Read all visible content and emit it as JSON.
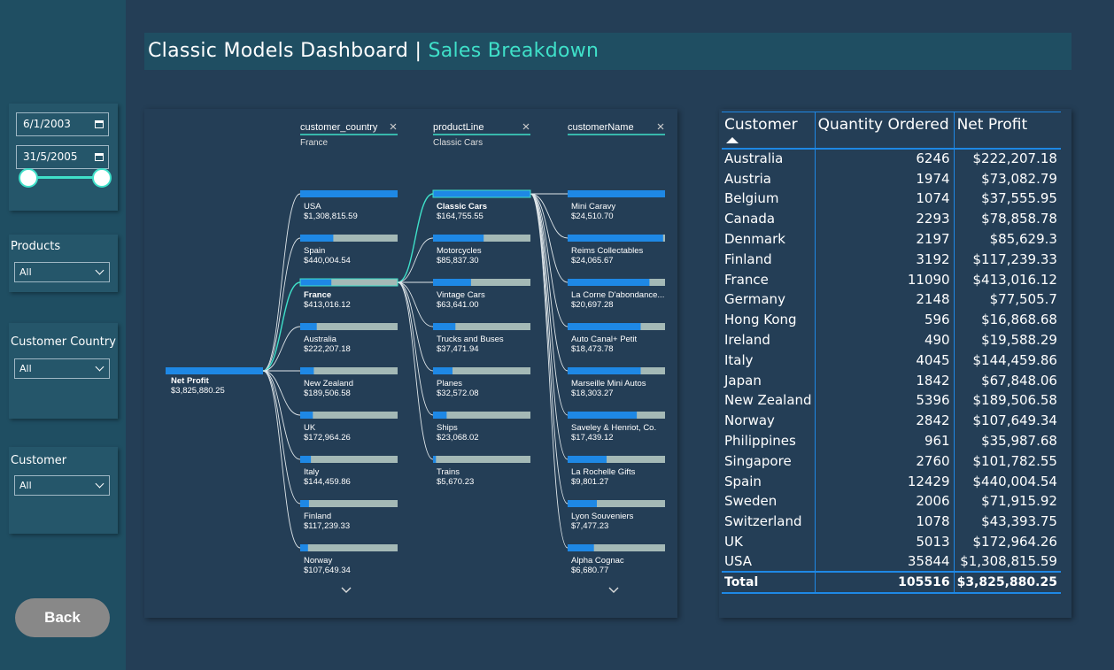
{
  "header": {
    "title_main": "Classic Models Dashboard | ",
    "title_accent": "Sales Breakdown"
  },
  "filters": {
    "date_start": "6/1/2003",
    "date_end": "31/5/2005",
    "products": {
      "label": "Products",
      "value": "All"
    },
    "country": {
      "label": "Customer Country",
      "value": "All"
    },
    "customer": {
      "label": "Customer",
      "value": "All"
    }
  },
  "back_button": "Back",
  "tree": {
    "root": {
      "label": "Net Profit",
      "value": "$3,825,880.25"
    },
    "levels": [
      {
        "field": "customer_country",
        "selected": "France"
      },
      {
        "field": "productLine",
        "selected": "Classic Cars"
      },
      {
        "field": "customerName",
        "selected": ""
      }
    ],
    "countries": [
      {
        "label": "USA",
        "value": "$1,308,815.59",
        "fill": 1.0
      },
      {
        "label": "Spain",
        "value": "$440,004.54",
        "fill": 0.34
      },
      {
        "label": "France",
        "value": "$413,016.12",
        "fill": 0.32,
        "selected": true
      },
      {
        "label": "Australia",
        "value": "$222,207.18",
        "fill": 0.17
      },
      {
        "label": "New Zealand",
        "value": "$189,506.58",
        "fill": 0.14
      },
      {
        "label": "UK",
        "value": "$172,964.26",
        "fill": 0.13
      },
      {
        "label": "Italy",
        "value": "$144,459.86",
        "fill": 0.11
      },
      {
        "label": "Finland",
        "value": "$117,239.33",
        "fill": 0.09
      },
      {
        "label": "Norway",
        "value": "$107,649.34",
        "fill": 0.08
      }
    ],
    "product_lines": [
      {
        "label": "Classic Cars",
        "value": "$164,755.55",
        "fill": 1.0,
        "selected": true
      },
      {
        "label": "Motorcycles",
        "value": "$85,837.30",
        "fill": 0.52
      },
      {
        "label": "Vintage Cars",
        "value": "$63,641.00",
        "fill": 0.39
      },
      {
        "label": "Trucks and Buses",
        "value": "$37,471.94",
        "fill": 0.23
      },
      {
        "label": "Planes",
        "value": "$32,572.08",
        "fill": 0.2
      },
      {
        "label": "Ships",
        "value": "$23,068.02",
        "fill": 0.14
      },
      {
        "label": "Trains",
        "value": "$5,670.23",
        "fill": 0.03
      }
    ],
    "customers": [
      {
        "label": "Mini Caravy",
        "value": "$24,510.70",
        "fill": 1.0
      },
      {
        "label": "Reims Collectables",
        "value": "$24,065.67",
        "fill": 0.98
      },
      {
        "label": "La Corne D'abondance...",
        "value": "$20,697.28",
        "fill": 0.84
      },
      {
        "label": "Auto Canal+ Petit",
        "value": "$18,473.78",
        "fill": 0.75
      },
      {
        "label": "Marseille Mini Autos",
        "value": "$18,303.27",
        "fill": 0.75
      },
      {
        "label": "Saveley & Henriot, Co.",
        "value": "$17,439.12",
        "fill": 0.71
      },
      {
        "label": "La Rochelle Gifts",
        "value": "$9,801.27",
        "fill": 0.4
      },
      {
        "label": "Lyon Souveniers",
        "value": "$7,477.23",
        "fill": 0.3
      },
      {
        "label": "Alpha Cognac",
        "value": "$6,680.77",
        "fill": 0.27
      }
    ]
  },
  "table": {
    "columns": [
      "Customer",
      "Quantity Ordered",
      "Net Profit"
    ],
    "rows": [
      [
        "Australia",
        "6246",
        "$222,207.18"
      ],
      [
        "Austria",
        "1974",
        "$73,082.79"
      ],
      [
        "Belgium",
        "1074",
        "$37,555.95"
      ],
      [
        "Canada",
        "2293",
        "$78,858.78"
      ],
      [
        "Denmark",
        "2197",
        "$85,629.3"
      ],
      [
        "Finland",
        "3192",
        "$117,239.33"
      ],
      [
        "France",
        "11090",
        "$413,016.12"
      ],
      [
        "Germany",
        "2148",
        "$77,505.7"
      ],
      [
        "Hong Kong",
        "596",
        "$16,868.68"
      ],
      [
        "Ireland",
        "490",
        "$19,588.29"
      ],
      [
        "Italy",
        "4045",
        "$144,459.86"
      ],
      [
        "Japan",
        "1842",
        "$67,848.06"
      ],
      [
        "New Zealand",
        "5396",
        "$189,506.58"
      ],
      [
        "Norway",
        "2842",
        "$107,649.34"
      ],
      [
        "Philippines",
        "961",
        "$35,987.68"
      ],
      [
        "Singapore",
        "2760",
        "$101,782.55"
      ],
      [
        "Spain",
        "12429",
        "$440,004.54"
      ],
      [
        "Sweden",
        "2006",
        "$71,915.92"
      ],
      [
        "Switzerland",
        "1078",
        "$43,393.75"
      ],
      [
        "UK",
        "5013",
        "$172,964.26"
      ],
      [
        "USA",
        "35844",
        "$1,308,815.59"
      ]
    ],
    "total": [
      "Total",
      "105516",
      "$3,825,880.25"
    ]
  },
  "colors": {
    "accent": "#3fe0c9",
    "bar_fill": "#1e88e5",
    "bar_bg": "#a4b9b6",
    "panel": "#25566a"
  }
}
